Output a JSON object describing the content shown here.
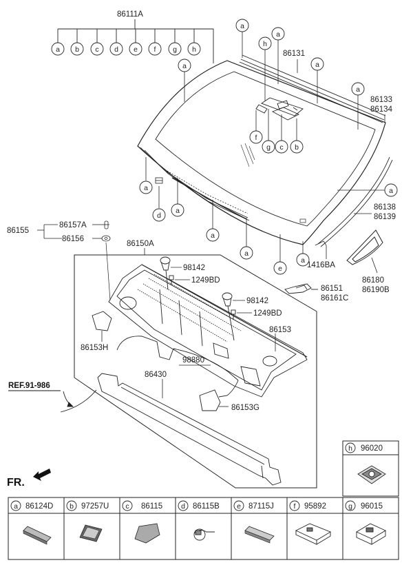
{
  "labels": {
    "top_part": "86111A",
    "p86131": "86131",
    "p86133": "86133",
    "p86134": "86134",
    "p86138": "86138",
    "p86139": "86139",
    "p86155": "86155",
    "p86157A": "86157A",
    "p86156": "86156",
    "p86150A": "86150A",
    "p98142_a": "98142",
    "p1249BD_a": "1249BD",
    "p98142_b": "98142",
    "p1249BD_b": "1249BD",
    "p86153": "86153",
    "p86151": "86151",
    "p86161C": "86161C",
    "p1416BA": "1416BA",
    "p86180": "86180",
    "p86190B": "86190B",
    "p86153H": "86153H",
    "p98880": "98880",
    "p86430": "86430",
    "p86153G": "86153G",
    "ref": "REF.91-986",
    "fr": "FR."
  },
  "letter_row": [
    "a",
    "b",
    "c",
    "d",
    "e",
    "f",
    "g",
    "h"
  ],
  "callouts": {
    "a": "a",
    "b": "b",
    "c": "c",
    "d": "d",
    "e": "e",
    "f": "f",
    "g": "g",
    "h": "h"
  },
  "legend": {
    "h_cell": {
      "letter": "h",
      "code": "96020"
    },
    "row": [
      {
        "letter": "a",
        "code": "86124D"
      },
      {
        "letter": "b",
        "code": "97257U"
      },
      {
        "letter": "c",
        "code": "86115"
      },
      {
        "letter": "d",
        "code": "86115B"
      },
      {
        "letter": "e",
        "code": "87115J"
      },
      {
        "letter": "f",
        "code": "95892"
      },
      {
        "letter": "g",
        "code": "96015"
      }
    ]
  }
}
